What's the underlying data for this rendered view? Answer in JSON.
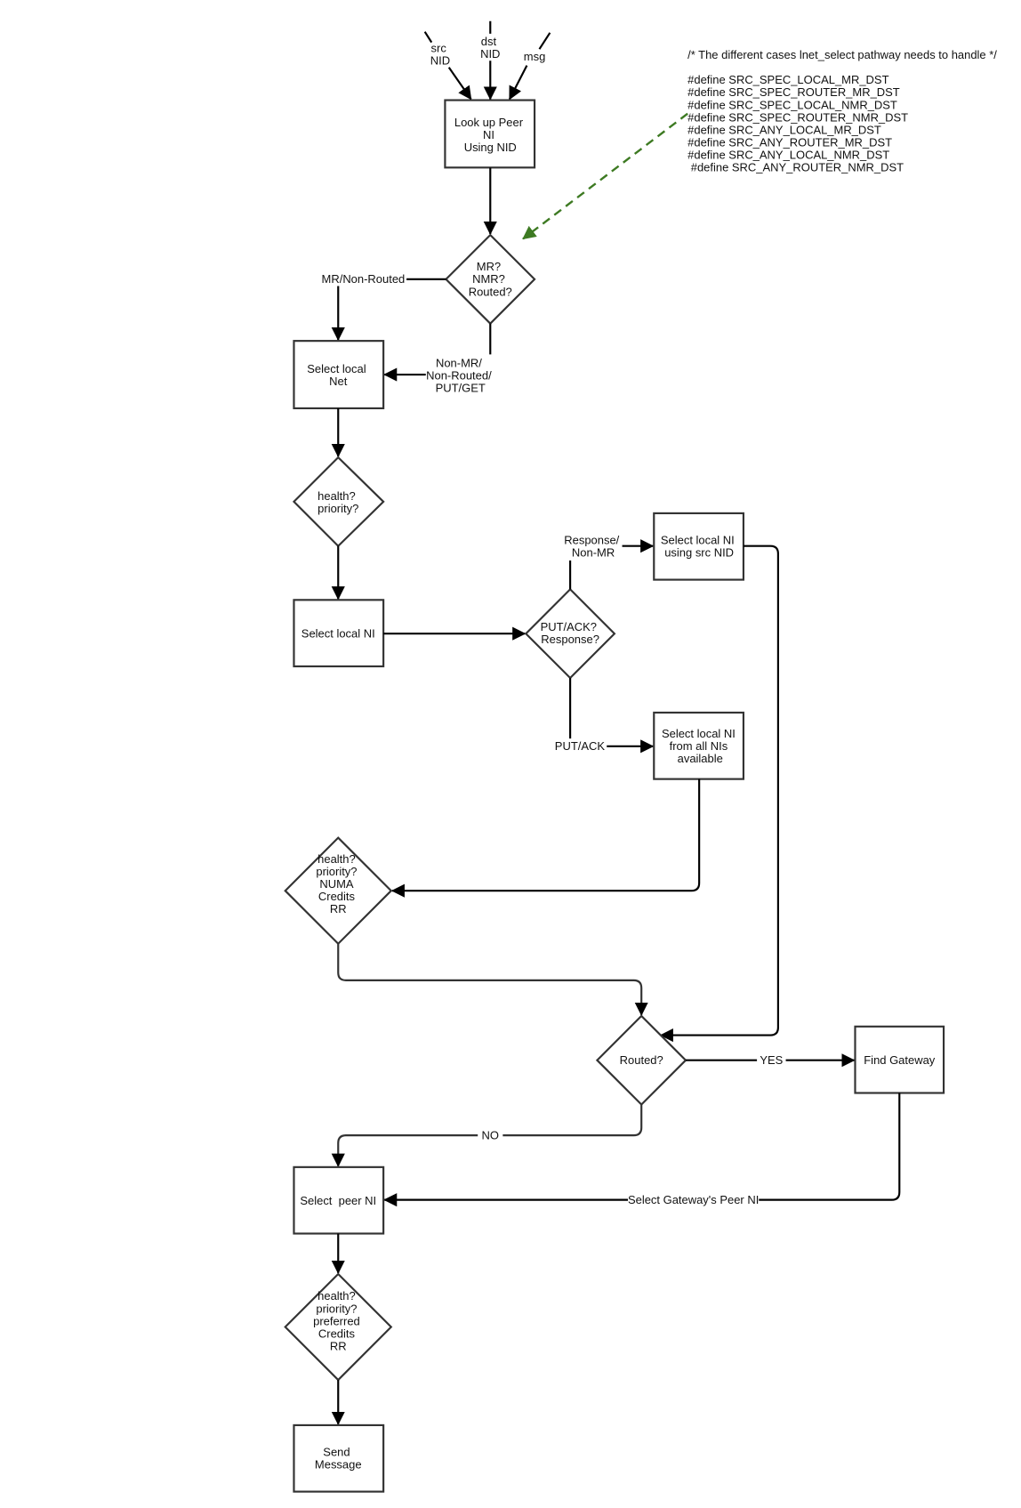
{
  "diagram": {
    "inputs": {
      "src": [
        "src",
        "NID"
      ],
      "dst": [
        "dst",
        "NID"
      ],
      "msg": [
        "msg"
      ]
    },
    "nodes": {
      "lookup_peer": [
        "Look up Peer",
        "NI",
        "Using NID"
      ],
      "decide_mr": [
        "MR?",
        "NMR?",
        "Routed?"
      ],
      "select_local_net": [
        "Select local",
        "Net"
      ],
      "health_priority_1": [
        "health?",
        "priority?"
      ],
      "select_local_ni": [
        "Select local NI"
      ],
      "decide_put_ack": [
        "PUT/ACK?",
        "Response?"
      ],
      "select_ni_src": [
        "Select local NI",
        "using src NID"
      ],
      "select_ni_all": [
        "Select local NI",
        "from all NIs",
        "available"
      ],
      "health_priority_numa": [
        "health?",
        "priority?",
        "NUMA",
        "Credits",
        "RR"
      ],
      "decide_routed": [
        "Routed?"
      ],
      "find_gateway": [
        "Find Gateway"
      ],
      "select_peer_ni": [
        "Select  peer NI"
      ],
      "health_priority_pref": [
        "health?",
        "priority?",
        "preferred",
        "Credits",
        "RR"
      ],
      "send_message": [
        "Send",
        "Message"
      ]
    },
    "edge_labels": {
      "mr_non_routed": [
        "MR/Non-Routed"
      ],
      "non_mr": [
        "Non-MR/",
        "Non-Routed/",
        "PUT/GET"
      ],
      "response_non_mr": [
        "Response/",
        "Non-MR"
      ],
      "put_ack": [
        "PUT/ACK"
      ],
      "yes": [
        "YES"
      ],
      "no": [
        "NO"
      ],
      "gateway_peer": [
        "Select Gateway's Peer NI"
      ]
    },
    "note": {
      "title": "/* The different cases lnet_select pathway needs to handle */",
      "defines": [
        "#define SRC_SPEC_LOCAL_MR_DST",
        "#define SRC_SPEC_ROUTER_MR_DST",
        "#define SRC_SPEC_LOCAL_NMR_DST",
        "#define SRC_SPEC_ROUTER_NMR_DST",
        "#define SRC_ANY_LOCAL_MR_DST",
        "#define SRC_ANY_ROUTER_MR_DST",
        "#define SRC_ANY_LOCAL_NMR_DST",
        " #define SRC_ANY_ROUTER_NMR_DST"
      ],
      "connector_color": "#3d7a22"
    }
  }
}
